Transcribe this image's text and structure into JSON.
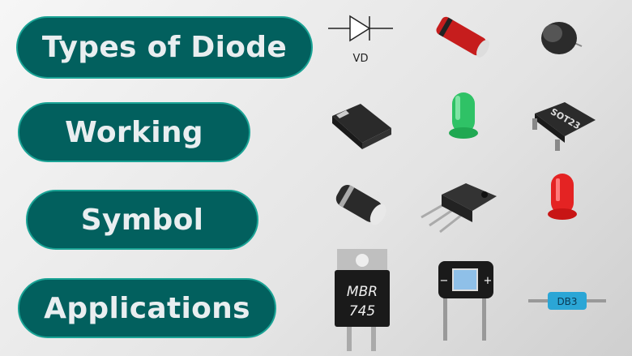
{
  "topics": [
    {
      "label": "Types of Diode"
    },
    {
      "label": "Working"
    },
    {
      "label": "Symbol"
    },
    {
      "label": "Applications"
    }
  ],
  "components": {
    "symbol_label": "VD",
    "sot23_label": "SOT23",
    "mbr_line1": "MBR",
    "mbr_line2": "745",
    "db3_label": "DB3",
    "bridge_minus": "−",
    "bridge_plus": "+"
  },
  "colors": {
    "pill": "#02605e",
    "pill_border": "#1aa395",
    "pill_text": "#e9eef0"
  }
}
